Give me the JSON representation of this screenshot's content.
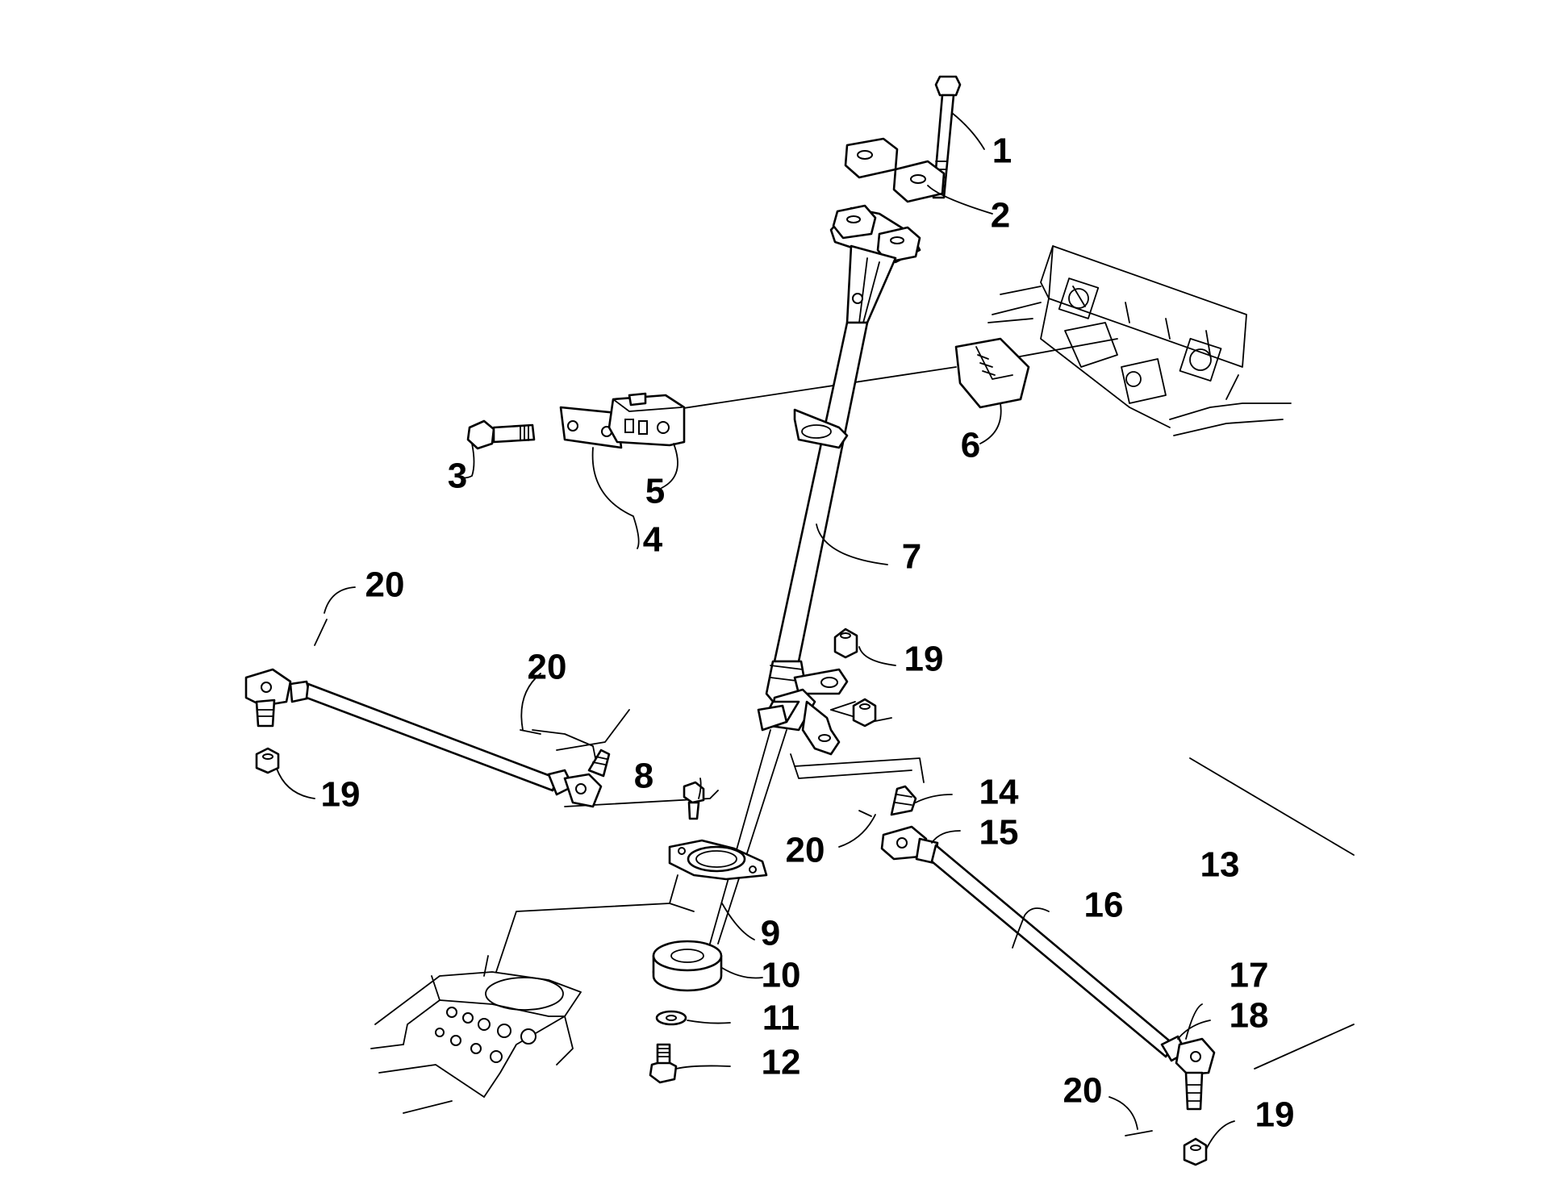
{
  "diagram": {
    "callouts": [
      {
        "id": "c1",
        "number": "1"
      },
      {
        "id": "c2",
        "number": "2"
      },
      {
        "id": "c3",
        "number": "3"
      },
      {
        "id": "c4",
        "number": "4"
      },
      {
        "id": "c5",
        "number": "5"
      },
      {
        "id": "c6",
        "number": "6"
      },
      {
        "id": "c7",
        "number": "7"
      },
      {
        "id": "c8",
        "number": "8"
      },
      {
        "id": "c9",
        "number": "9"
      },
      {
        "id": "c10",
        "number": "10"
      },
      {
        "id": "c11",
        "number": "11"
      },
      {
        "id": "c12",
        "number": "12"
      },
      {
        "id": "c13",
        "number": "13"
      },
      {
        "id": "c14",
        "number": "14"
      },
      {
        "id": "c15",
        "number": "15"
      },
      {
        "id": "c16",
        "number": "16"
      },
      {
        "id": "c17",
        "number": "17"
      },
      {
        "id": "c18",
        "number": "18"
      },
      {
        "id": "c19a",
        "number": "19"
      },
      {
        "id": "c19b",
        "number": "19"
      },
      {
        "id": "c19c",
        "number": "19"
      },
      {
        "id": "c20a",
        "number": "20"
      },
      {
        "id": "c20b",
        "number": "20"
      },
      {
        "id": "c20c",
        "number": "20"
      },
      {
        "id": "c20d",
        "number": "20"
      }
    ]
  }
}
